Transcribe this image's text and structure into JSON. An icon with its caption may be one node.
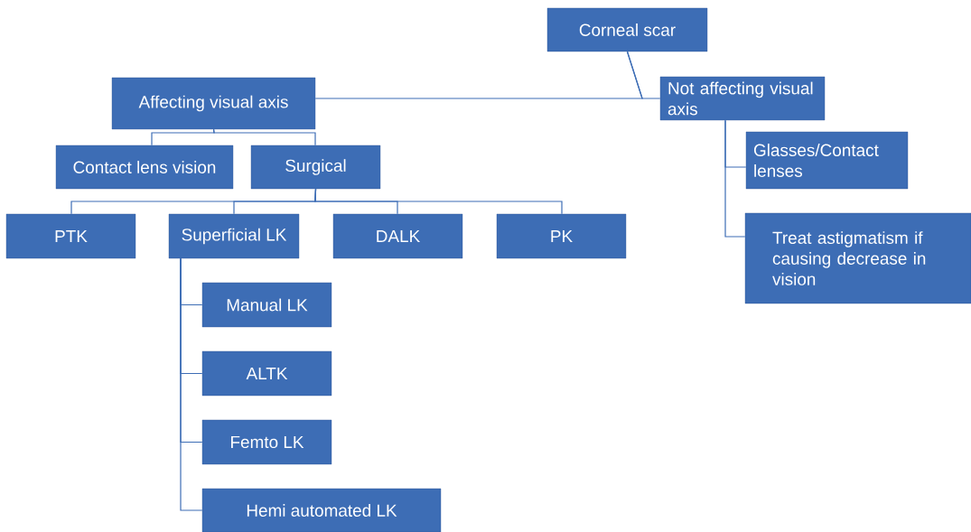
{
  "diagram": {
    "nodes": [
      {
        "text": [
          "Corneal scar"
        ]
      },
      {
        "text": [
          "Affecting visual axis"
        ]
      },
      {
        "text": [
          "Not affecting visual axis"
        ]
      },
      {
        "text": [
          "Contact lens vision"
        ]
      },
      {
        "text": [
          "Surgical"
        ]
      },
      {
        "text": [
          "Glasses/Contact lenses"
        ]
      },
      {
        "text": [
          "PTK"
        ]
      },
      {
        "text": [
          "Superficial LK"
        ]
      },
      {
        "text": [
          "DALK"
        ]
      },
      {
        "text": [
          "PK"
        ]
      },
      {
        "text": [
          "Treat astigmatism if causing decrease in vision"
        ]
      },
      {
        "text": [
          "Manual LK"
        ]
      },
      {
        "text": [
          "ALTK"
        ]
      },
      {
        "text": [
          "Femto LK"
        ]
      },
      {
        "text": [
          "Hemi automated LK"
        ]
      }
    ],
    "edges": [
      {
        "from": 0,
        "to": 1,
        "arrow": "none"
      },
      {
        "from": 0,
        "to": 2,
        "arrow": "none"
      },
      {
        "from": 1,
        "to": 3,
        "arrow": "none"
      },
      {
        "from": 1,
        "to": 4,
        "arrow": "none"
      },
      {
        "from": 4,
        "to": 6,
        "arrow": "none"
      },
      {
        "from": 4,
        "to": 7,
        "arrow": "none"
      },
      {
        "from": 4,
        "to": 8,
        "arrow": "none"
      },
      {
        "from": 4,
        "to": 9,
        "arrow": "none"
      },
      {
        "from": 2,
        "to": 5,
        "arrow": "none"
      },
      {
        "from": 2,
        "to": 10,
        "arrow": "none"
      },
      {
        "from": 7,
        "to": 11,
        "arrow": "none"
      },
      {
        "from": 7,
        "to": 12,
        "arrow": "none"
      },
      {
        "from": 7,
        "to": 13,
        "arrow": "none"
      },
      {
        "from": 7,
        "to": 14,
        "arrow": "none"
      }
    ]
  }
}
